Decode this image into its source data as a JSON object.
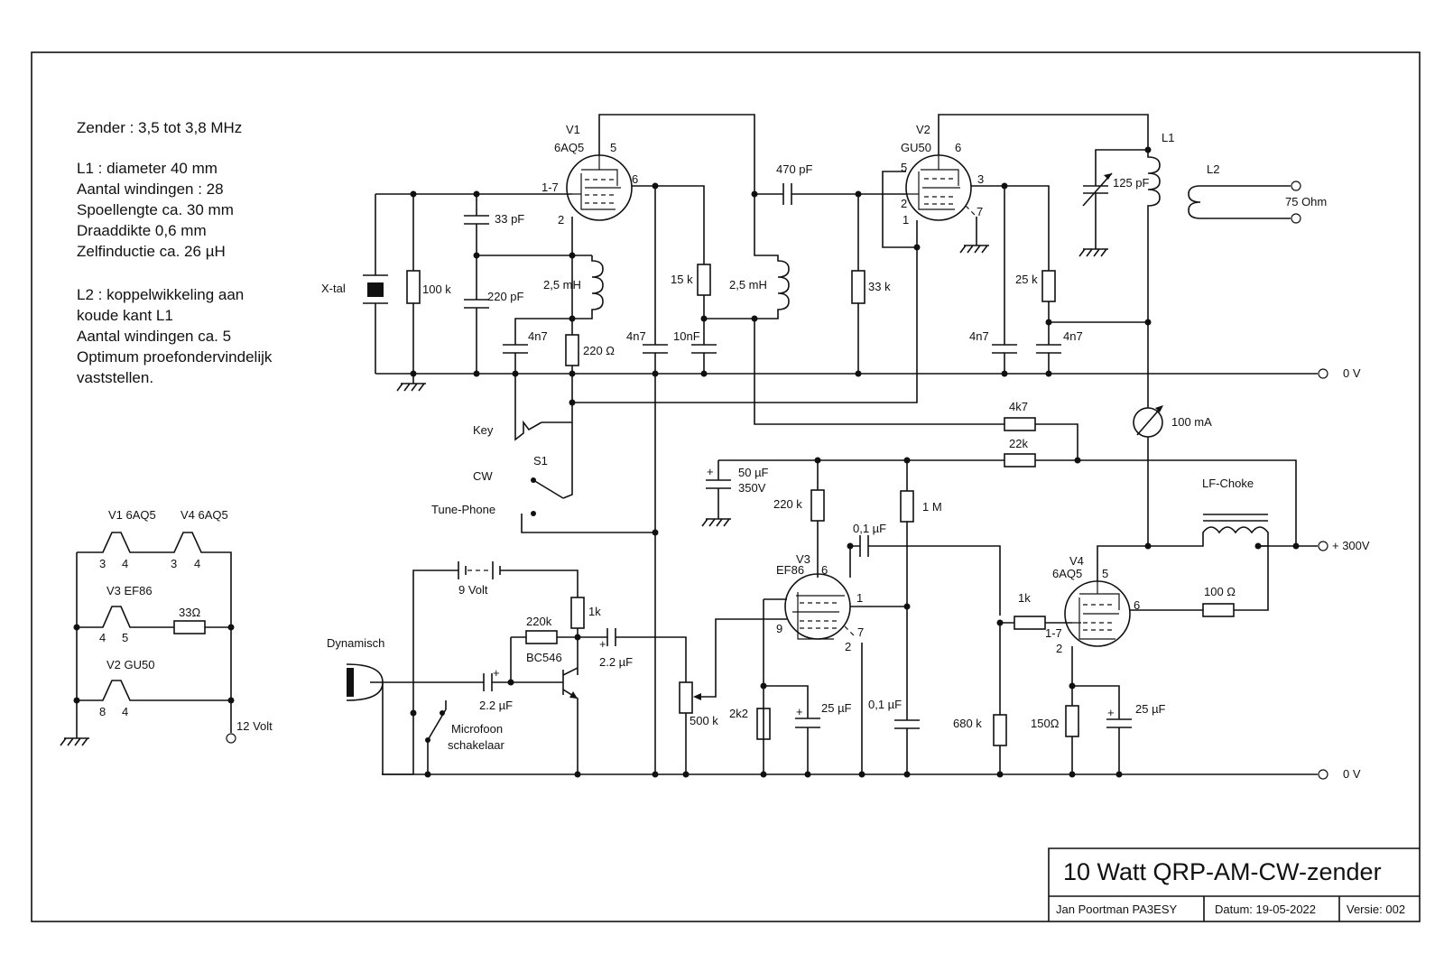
{
  "notes": [
    "Zender : 3,5 tot 3,8 MHz",
    "",
    "L1 : diameter 40 mm",
    "Aantal windingen : 28",
    "Spoellengte ca. 30 mm",
    "Draaddikte 0,6 mm",
    "Zelfinductie ca. 26 µH",
    "",
    "L2 : koppelwikkeling aan",
    "koude kant L1",
    "Aantal windingen ca. 5",
    "Optimum proefondervindelijk",
    "vaststellen."
  ],
  "title_block": {
    "title": "10 Watt QRP-AM-CW-zender",
    "author": "Jan Poortman PA3ESY",
    "date": "Datum: 19-05-2022",
    "version": "Versie: 002"
  },
  "heater": {
    "v1": "V1 6AQ5",
    "v4": "V4 6AQ5",
    "v3": "V3  EF86",
    "v2": "V2  GU50",
    "r": "33Ω",
    "supply": "12 Volt",
    "pins": {
      "p3a": "3",
      "p4a": "4",
      "p3b": "3",
      "p4b": "4",
      "p4c": "4",
      "p5c": "5",
      "p8d": "8",
      "p4d": "4"
    }
  },
  "tubes": {
    "v1": {
      "name": "V1",
      "type": "6AQ5",
      "p5": "5",
      "p17": "1-7",
      "p2": "2",
      "p6": "6"
    },
    "v2": {
      "name": "V2",
      "type": "GU50",
      "p6": "6",
      "p5": "5",
      "p3": "3",
      "p2": "2",
      "p1": "1",
      "p7": "7"
    },
    "v3": {
      "name": "V3",
      "type": "EF86",
      "p6": "6",
      "p1": "1",
      "p9": "9",
      "p2": "2",
      "p7": "7"
    },
    "v4": {
      "name": "V4",
      "type": "6AQ5",
      "p5": "5",
      "p6": "6",
      "p17": "1-7",
      "p2": "2"
    }
  },
  "components": {
    "xtal": "X-tal",
    "r100k": "100 k",
    "c33p": "33 pF",
    "c220p": "220 pF",
    "l25a": "2,5 mH",
    "c4n7a": "4n7",
    "r220": "220 Ω",
    "c4n7b": "4n7",
    "r15k": "15 k",
    "c10n": "10nF",
    "l25b": "2,5 mH",
    "c470p": "470 pF",
    "r33k": "33 k",
    "r25k": "25 k",
    "c4n7c": "4n7",
    "c4n7d": "4n7",
    "c125p": "125 pF",
    "l1": "L1",
    "l2": "L2",
    "ohm75": "75 Ohm",
    "zero_v": "0 V",
    "key": "Key",
    "s1": "S1",
    "cw": "CW",
    "tune": "Tune-Phone",
    "r4k7": "4k7",
    "meter": "100 mA",
    "r22k": "22k",
    "c50u": "50 µF",
    "c50v": "350V",
    "r220k": "220 k",
    "r1m": "1 M",
    "c01a": "0,1 µF",
    "lfchoke": "LF-Choke",
    "plus300": "+ 300V",
    "bat9": "9 Volt",
    "r1k": "1k",
    "r220kb": "220k",
    "bc546": "BC546",
    "c22a": "2.2 µF",
    "c22b": "2.2 µF",
    "dyn": "Dynamisch",
    "mic1": "Microfoon",
    "mic2": "schakelaar",
    "pot": "500 k",
    "r2k2": "2k2",
    "c25a": "25 µF",
    "c01b": "0,1 µF",
    "r680k": "680 k",
    "r1kb": "1k",
    "r100": "100 Ω",
    "r150": "150Ω",
    "c25b": "25 µF",
    "zero_v2": "0 V"
  }
}
